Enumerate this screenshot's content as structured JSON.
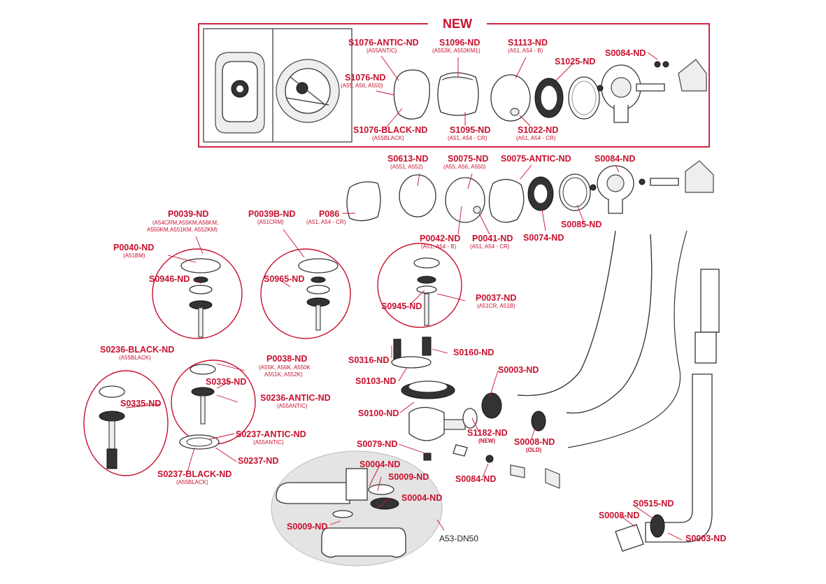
{
  "header": {
    "title": "NEW"
  },
  "labels": {
    "s1076_antic": "S1076-ANTIC-ND",
    "s1076_antic_sub": "(A55ANTIC)",
    "s1096": "S1096-ND",
    "s1096_sub": "(A553K, A553KM1)",
    "s1113": "S1113-ND",
    "s1113_sub": "(A51, A54 - B)",
    "s1025": "S1025-ND",
    "s0084_top": "S0084-ND",
    "s1076": "S1076-ND",
    "s1076_sub": "(A55, A56, A550)",
    "s1076_black": "S1076-BLACK-ND",
    "s1076_black_sub": "(A55BLACK)",
    "s1095": "S1095-ND",
    "s1095_sub": "(A51, A54 - CR)",
    "s1022": "S1022-ND",
    "s1022_sub": "(A51, A54 - CR)",
    "s0613": "S0613-ND",
    "s0613_sub": "(A551, A552)",
    "s0075": "S0075-ND",
    "s0075_sub": "(A55, A56, A550)",
    "s0075_antic": "S0075-ANTIC-ND",
    "s0084_mid": "S0084-ND",
    "p086": "P086",
    "p086_sub": "(A51, A54 - CR)",
    "p0042": "P0042-ND",
    "p0042_sub": "(A51, A54 - B)",
    "p0041": "P0041-ND",
    "p0041_sub": "(A51, A54 - CR)",
    "s0074": "S0074-ND",
    "s0085": "S0085-ND",
    "p0039": "P0039-ND",
    "p0039_sub1": "(A54CRM,A55KM,A56KM,",
    "p0039_sub2": "A550KM,A551KM, A552KM)",
    "p0039b": "P0039B-ND",
    "p0039b_sub": "(A51CRM)",
    "p0040": "P0040-ND",
    "p0040_sub": "(A51BM)",
    "s0946": "S0946-ND",
    "s0965": "S0965-ND",
    "s0945": "S0945-ND",
    "p0037": "P0037-ND",
    "p0037_sub": "(A51CR, A51B)",
    "s0236_black": "S0236-BLACK-ND",
    "s0236_black_sub": "(A55BLACK)",
    "p0038": "P0038-ND",
    "p0038_sub1": "(A55K, A56K, A550K",
    "p0038_sub2": "A551K, A552K)",
    "s0335_a": "S0335-ND",
    "s0335_b": "S0335-ND",
    "s0236_antic": "S0236-ANTIC-ND",
    "s0236_antic_sub": "(A55ANTIC)",
    "s0237_antic": "S0237-ANTIC-ND",
    "s0237_antic_sub": "(A55ANTIC)",
    "s0237": "S0237-ND",
    "s0237_black": "S0237-BLACK-ND",
    "s0237_black_sub": "(A55BLACK)",
    "s0316": "S0316-ND",
    "s0160": "S0160-ND",
    "s0103": "S0103-ND",
    "s0100": "S0100-ND",
    "s0003_mid": "S0003-ND",
    "s1182": "S1182-ND",
    "s1182_sub": "(NEW)",
    "s0008_mid": "S0008-ND",
    "s0008_sub": "(OLD)",
    "s0079": "S0079-ND",
    "s0084_low": "S0084-ND",
    "s0004_a": "S0004-ND",
    "s0009_a": "S0009-ND",
    "s0004_b": "S0004-ND",
    "s0009_b": "S0009-ND",
    "a53": "A53-DN50",
    "s0515": "S0515-ND",
    "s0008_low": "S0008-ND",
    "s0003_low": "S0003-ND"
  }
}
